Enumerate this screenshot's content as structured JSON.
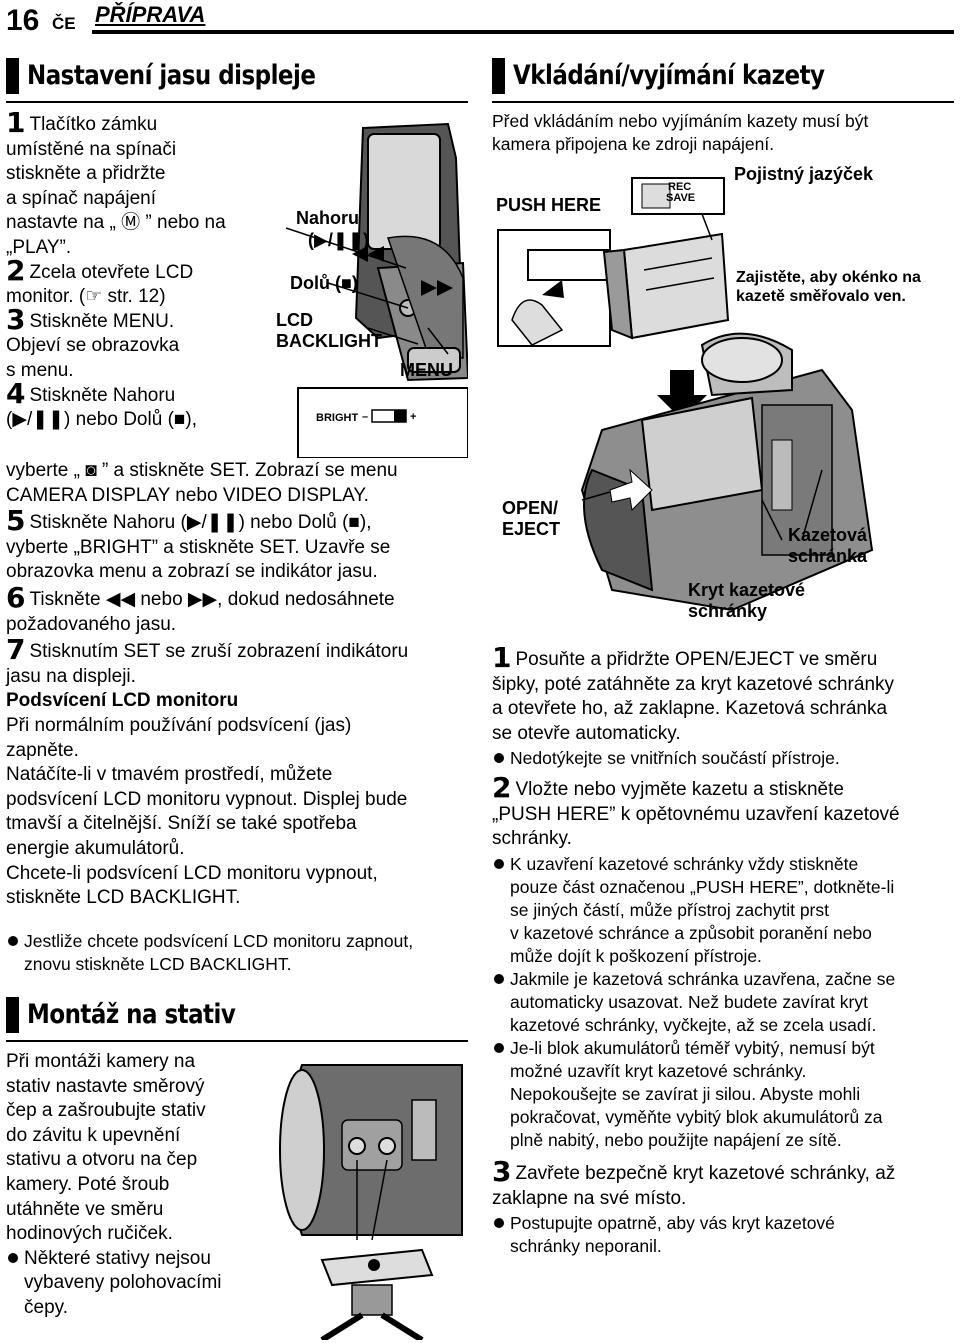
{
  "header": {
    "page_number": "16",
    "language": "ČE",
    "section": "PŘÍPRAVA"
  },
  "left": {
    "brightness": {
      "title": "Nastavení jasu displeje",
      "lines": [
        "Tlačítko zámku",
        "umístěné na spínači",
        "stiskněte a přidržte",
        "a spínač napájení",
        "nastavte na „ Ⓜ ” nebo na",
        "„PLAY”.",
        "Zcela otevřete LCD",
        "monitor. (☞ str. 12)",
        "Stiskněte MENU.",
        "Objeví se obrazovka",
        "s menu.",
        "Stiskněte Nahoru",
        "(▶/❚❚) nebo Dolů (■),",
        "vyberte „ ◙ ” a stiskněte SET. Zobrazí se menu",
        "CAMERA DISPLAY nebo VIDEO DISPLAY.",
        "Stiskněte Nahoru (▶/❚❚) nebo Dolů (■),",
        "vyberte „BRIGHT” a stiskněte SET. Uzavře se",
        "obrazovka menu a zobrazí se indikátor jasu.",
        "Tiskněte ◀◀ nebo ▶▶, dokud nedosáhnete",
        "požadovaného jasu.",
        "Stisknutím SET se zruší zobrazení indikátoru",
        "jasu na displeji."
      ],
      "steps": [
        "1",
        "2",
        "3",
        "4",
        "5",
        "6",
        "7"
      ],
      "backlight_heading": "Podsvícení LCD monitoru",
      "backlight_lines": [
        "Při normálním používání podsvícení (jas)",
        "zapněte.",
        "Natáčíte-li v tmavém prostředí, můžete",
        "podsvícení LCD monitoru vypnout. Displej bude",
        "tmavší a čitelnější. Sníží se také spotřeba",
        "energie akumulátorů.",
        "Chcete-li podsvícení LCD monitoru vypnout,",
        "stiskněte LCD BACKLIGHT."
      ],
      "backlight_note": [
        "Jestliže chcete podsvícení LCD monitoru zapnout,",
        "znovu stiskněte LCD BACKLIGHT."
      ],
      "diagram": {
        "nahoru": "Nahoru",
        "nahoru_sym": "(▶/❚❚)",
        "dolu": "Dolů (■)",
        "lcd": "LCD",
        "backlight": "BACKLIGHT",
        "menu": "MENU",
        "bright": "BRIGHT",
        "minus": "–",
        "plus": "+"
      }
    },
    "tripod": {
      "title": "Montáž na stativ",
      "lines": [
        "Při montáži kamery na",
        "stativ nastavte směrový",
        "čep a zašroubujte stativ",
        "do závitu k upevnění",
        "stativu a otvoru na čep",
        "kamery. Poté šroub",
        "utáhněte ve směru",
        "hodinových ručiček."
      ],
      "note": [
        "Některé stativy nejsou",
        "vybaveny polohovacími",
        "čepy."
      ]
    }
  },
  "right": {
    "cassette": {
      "title": "Vkládání/vyjímání kazety",
      "intro": [
        "Před vkládáním nebo vyjímáním kazety musí být",
        "kamera připojena ke zdroji napájení."
      ],
      "diagram": {
        "push_here": "PUSH HERE",
        "tab": "Pojistný jazýček",
        "window_note": [
          "Zajistěte, aby okénko na",
          "kazetě směřovalo ven."
        ],
        "open_eject": [
          "OPEN/",
          "EJECT"
        ],
        "holder": [
          "Kazetová",
          "schránka"
        ],
        "cover": [
          "Kryt kazetové",
          "schránky"
        ],
        "rec": "REC",
        "save": "SAVE"
      },
      "steps": [
        "1",
        "2",
        "3"
      ],
      "step1": [
        "Posuňte a přidržte OPEN/EJECT ve směru",
        "šipky, poté zatáhněte za kryt kazetové schránky",
        "a otevřete ho, až zaklapne. Kazetová schránka",
        "se otevře automaticky."
      ],
      "step1_note": "Nedotýkejte se vnitřních součástí přístroje.",
      "step2": [
        "Vložte nebo vyjměte kazetu a stiskněte",
        "„PUSH HERE” k opětovnému uzavření kazetové",
        "schránky."
      ],
      "step2_notes": [
        [
          "K uzavření kazetové schránky vždy stiskněte",
          "pouze část označenou „PUSH HERE”, dotkněte-li",
          "se jiných částí, může přístroj zachytit prst",
          "v kazetové schránce a způsobit poranění nebo",
          "může dojít k poškození přístroje."
        ],
        [
          "Jakmile je kazetová schránka uzavřena, začne se",
          "automaticky usazovat. Než budete zavírat kryt",
          "kazetové schránky, vyčkejte, až se zcela usadí."
        ],
        [
          "Je-li blok akumulátorů téměř vybitý, nemusí být",
          "možné uzavřít kryt kazetové schránky.",
          "Nepokoušejte se zavírat ji silou. Abyste mohli",
          "pokračovat, vyměňte vybitý blok akumulátorů za",
          "plně nabitý, nebo použijte napájení ze sítě."
        ]
      ],
      "step3": [
        "Zavřete bezpečně kryt kazetové schránky, až",
        "zaklapne na své místo."
      ],
      "step3_note": [
        "Postupujte opatrně, aby vás kryt kazetové",
        "schránky neporanil."
      ]
    }
  }
}
